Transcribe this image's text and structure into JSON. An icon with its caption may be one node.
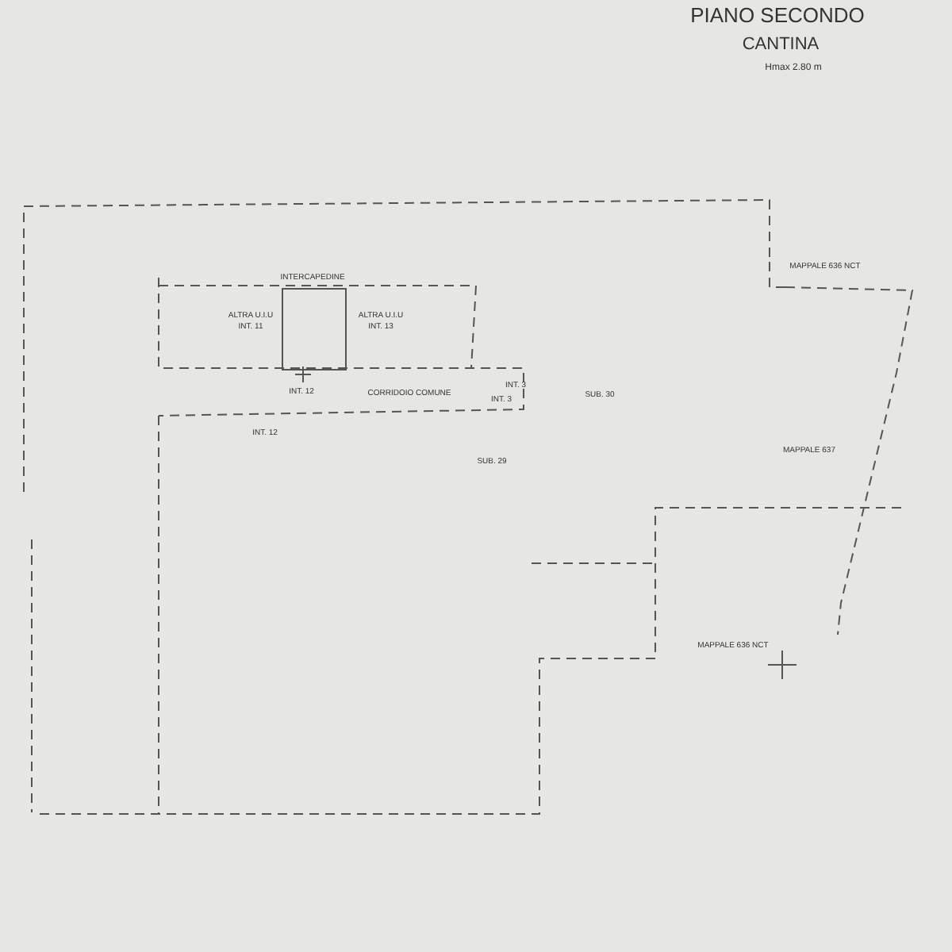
{
  "diagram": {
    "title": "PIANO SECONDO",
    "labels": [
      "CANTINA",
      "Hmax 2.80 m",
      "INTERCAPEDINE",
      "ALTRA U.I.U INT. 11",
      "ALTRA U.I.U INT. 13",
      "MAPPALE 636 NCT",
      "INT. 12",
      "CORRIDOIO COMUNE",
      "INT. 3",
      "SUB. 30",
      "INT. 3",
      "INT. 12",
      "MAPPALE 637",
      "SUB. 29",
      "MAPPALE 636 NCT"
    ]
  }
}
